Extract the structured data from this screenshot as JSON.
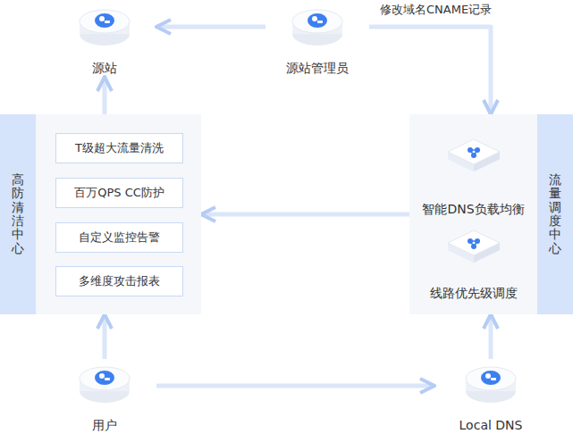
{
  "diagram": {
    "nodes": [
      {
        "text": [
          "源站"
        ]
      },
      {
        "text": [
          "源站管理员"
        ]
      },
      {
        "text": [
          "高防清洁中心"
        ]
      },
      {
        "text": [
          "T级超大流量清洗"
        ],
        "in": 2
      },
      {
        "text": [
          "百万QPS CC防护"
        ],
        "in": 2
      },
      {
        "text": [
          "自定义监控告警"
        ],
        "in": 2
      },
      {
        "text": [
          "多维度攻击报表"
        ],
        "in": 2
      },
      {
        "text": [
          "流量调度中心"
        ]
      },
      {
        "text": [
          "智能DNS负载均衡"
        ],
        "in": 7
      },
      {
        "text": [
          "线路优先级调度"
        ],
        "in": 7
      },
      {
        "text": [
          "用户"
        ]
      },
      {
        "text": [
          "Local DNS"
        ]
      }
    ],
    "edges": [
      {
        "from": 1,
        "to": 0,
        "arrow": "to"
      },
      {
        "from": 1,
        "to": 7,
        "label": "修改域名CNAME记录",
        "arrow": "to"
      },
      {
        "from": 7,
        "to": 2,
        "arrow": "to"
      },
      {
        "from": 2,
        "to": 0,
        "arrow": "to"
      },
      {
        "from": 10,
        "to": 2,
        "arrow": "to"
      },
      {
        "from": 10,
        "to": 11,
        "arrow": "to"
      },
      {
        "from": 11,
        "to": 7,
        "arrow": "to"
      }
    ]
  }
}
